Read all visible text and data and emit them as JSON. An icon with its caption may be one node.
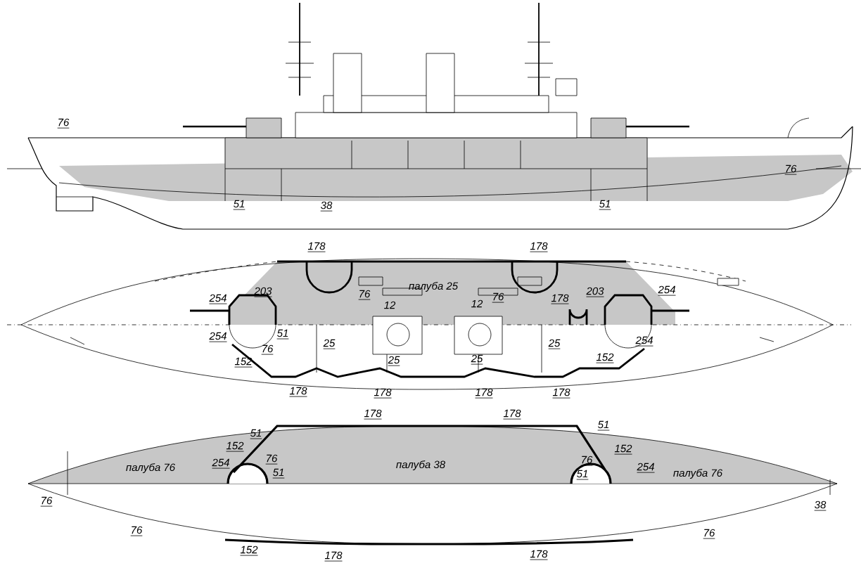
{
  "diagram": {
    "labels": [
      "76",
      "76",
      "51",
      "38",
      "51",
      "178",
      "178",
      "254",
      "203",
      "76",
      "12",
      "палуба 25",
      "12",
      "76",
      "178",
      "203",
      "254",
      "254",
      "76",
      "51",
      "25",
      "25",
      "254",
      "152",
      "25",
      "25",
      "152",
      "178",
      "178",
      "178",
      "178",
      "178",
      "178",
      "51",
      "51",
      "152",
      "152",
      "палуба 76",
      "254",
      "76",
      "51",
      "палуба 38",
      "51",
      "76",
      "254",
      "палуба 76",
      "76",
      "38",
      "76",
      "76",
      "152",
      "178",
      "178"
    ]
  }
}
